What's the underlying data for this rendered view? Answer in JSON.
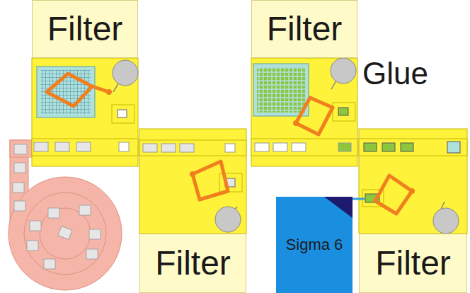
{
  "diagram": {
    "nodes": [
      {
        "text": [
          "Filter"
        ]
      },
      {
        "text": [
          "Filter"
        ]
      },
      {
        "text": [
          "Filter"
        ]
      },
      {
        "text": [
          "Filter"
        ]
      },
      {
        "text": [
          "Sigma 6"
        ]
      }
    ],
    "labels": [
      "Glue"
    ]
  }
}
